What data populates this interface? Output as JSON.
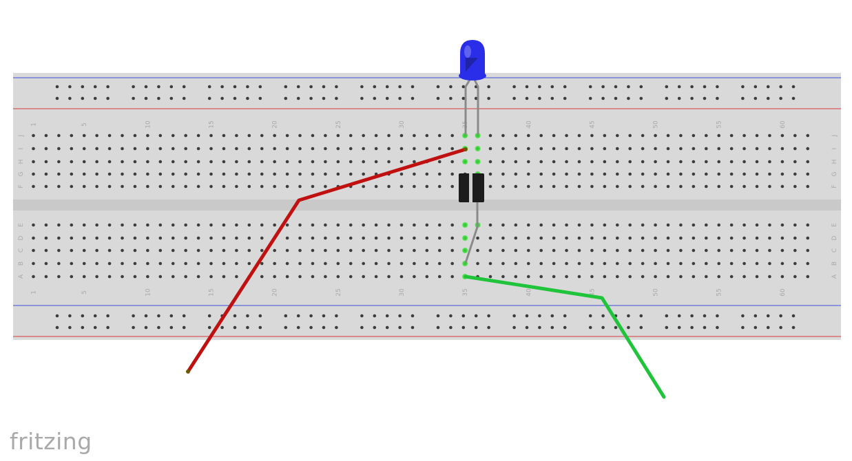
{
  "logo": {
    "text": "fritzing"
  },
  "breadboard": {
    "columns": 62,
    "column_labels": [
      "1",
      "5",
      "10",
      "15",
      "20",
      "25",
      "30",
      "35",
      "40",
      "45",
      "50",
      "55",
      "60"
    ],
    "rows_top": [
      "J",
      "I",
      "H",
      "G",
      "F"
    ],
    "rows_bottom": [
      "E",
      "D",
      "C",
      "B",
      "A"
    ],
    "colors": {
      "body": "#d9d9d9",
      "hole": "#3c3c3c",
      "rail_blue": "#3d4fd6",
      "rail_red": "#d83c3c",
      "trench": "#c9c9c9",
      "highlight": "#3be03b"
    }
  },
  "components": {
    "led": {
      "name": "LED",
      "color": "#2a2ee8",
      "column": 35
    },
    "diode": {
      "name": "Diode",
      "color": "#1c1c1c",
      "column": 35
    },
    "wire_red": {
      "color": "#c01010"
    },
    "wire_green": {
      "color": "#1fc43a"
    }
  }
}
